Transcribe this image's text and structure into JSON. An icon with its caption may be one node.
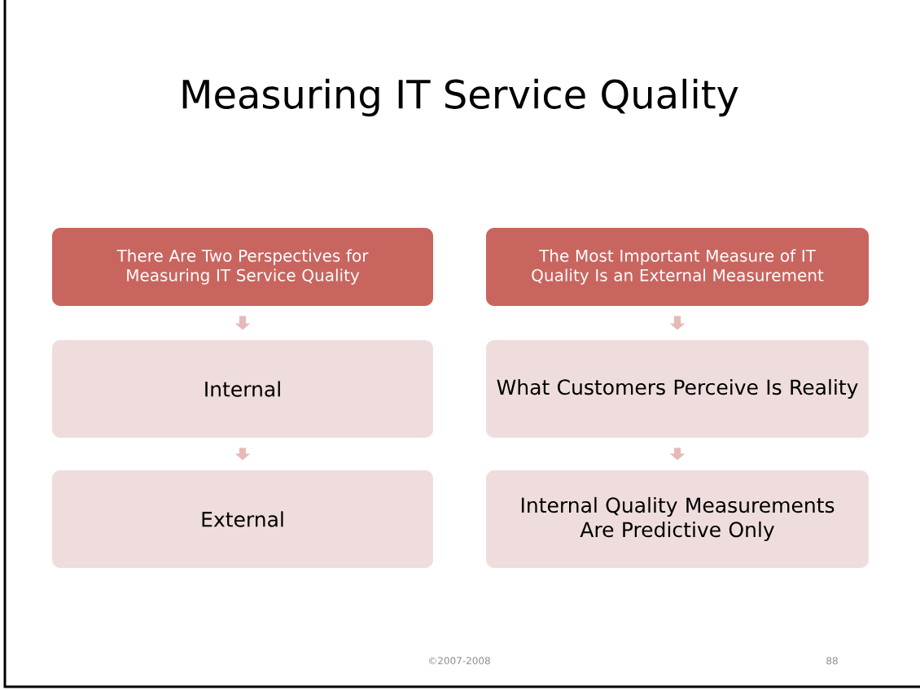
{
  "diagram": {
    "title": "Measuring IT Service Quality",
    "nodes": [
      {
        "text": [
          "There Are Two Perspectives for Measuring IT Service Quality"
        ]
      },
      {
        "text": [
          "Internal"
        ]
      },
      {
        "text": [
          "External"
        ]
      },
      {
        "text": [
          "The Most Important Measure of IT Quality Is an External Measurement"
        ]
      },
      {
        "text": [
          "What Customers Perceive Is Reality"
        ]
      },
      {
        "text": [
          "Internal Quality Measurements Are Predictive Only"
        ]
      }
    ],
    "edges": [
      {
        "from": 0,
        "to": 1,
        "arrow": "to"
      },
      {
        "from": 1,
        "to": 2,
        "arrow": "to"
      },
      {
        "from": 3,
        "to": 4,
        "arrow": "to"
      },
      {
        "from": 4,
        "to": 5,
        "arrow": "to"
      }
    ],
    "labels": [
      "©2007-2008",
      "88"
    ]
  }
}
